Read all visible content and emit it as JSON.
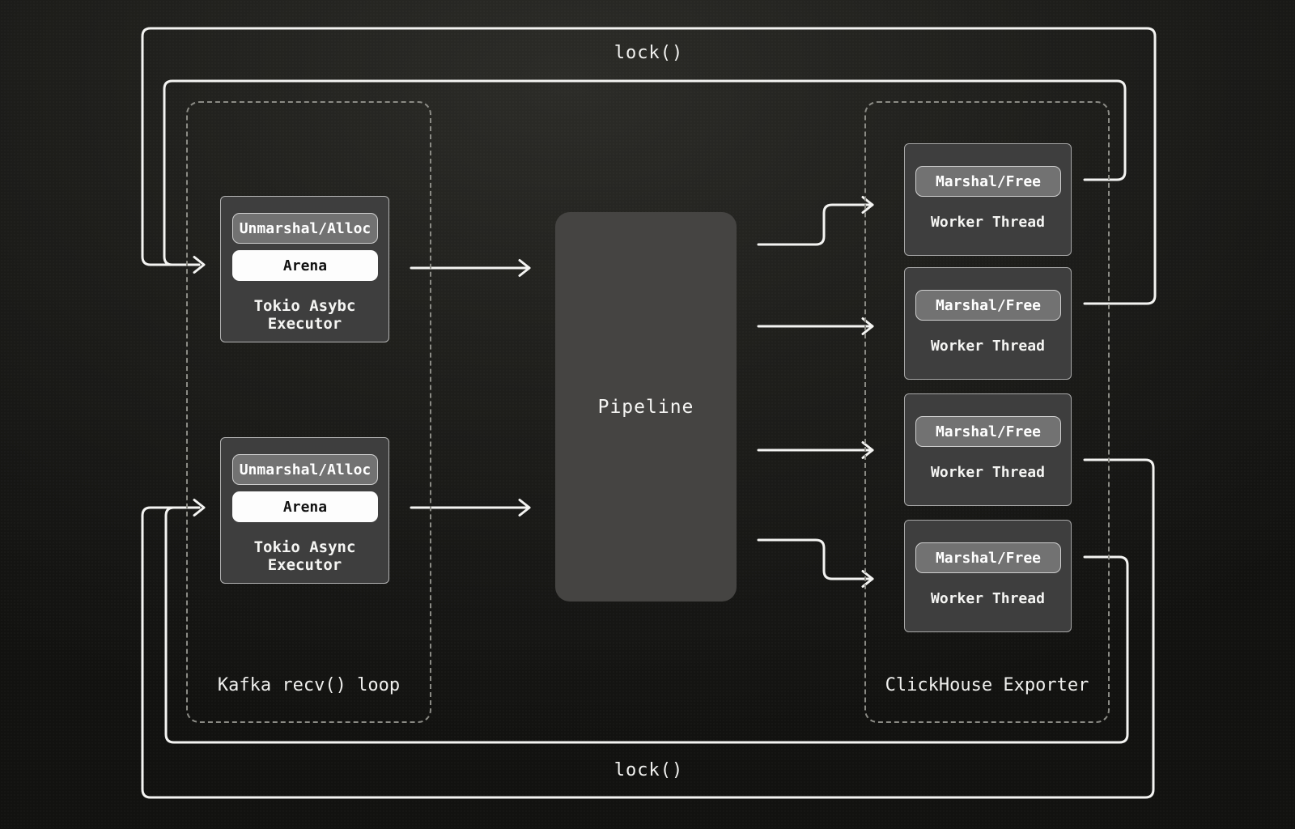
{
  "locks": {
    "top": "lock()",
    "bottom": "lock()"
  },
  "kafka": {
    "label": "Kafka recv() loop",
    "executors": [
      {
        "stage": "Unmarshal/Alloc",
        "arena": "Arena",
        "caption_line1": "Tokio Asybc",
        "caption_line2": "Executor"
      },
      {
        "stage": "Unmarshal/Alloc",
        "arena": "Arena",
        "caption_line1": "Tokio Async",
        "caption_line2": "Executor"
      }
    ]
  },
  "pipeline": {
    "label": "Pipeline"
  },
  "exporter": {
    "label": "ClickHouse Exporter",
    "workers": [
      {
        "stage": "Marshal/Free",
        "label": "Worker Thread"
      },
      {
        "stage": "Marshal/Free",
        "label": "Worker Thread"
      },
      {
        "stage": "Marshal/Free",
        "label": "Worker Thread"
      },
      {
        "stage": "Marshal/Free",
        "label": "Worker Thread"
      }
    ]
  },
  "colors": {
    "background": "#1d1d1a",
    "line": "#f4f4f2",
    "dashed_border": "#8b8b85",
    "box_fill": "#3e3e3e",
    "pipeline_fill": "#454442",
    "button_fill": "#727272",
    "arena_fill": "#fdfdfd"
  }
}
